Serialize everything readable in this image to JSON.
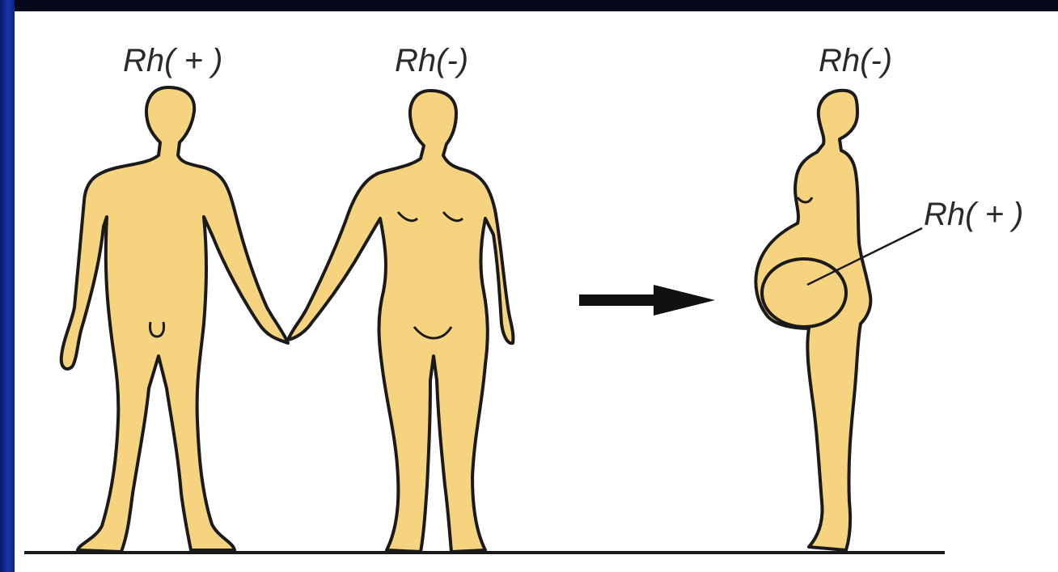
{
  "labels": {
    "father": "Rh( + )",
    "mother": "Rh(-)",
    "pregnant_mother": "Rh(-)",
    "fetus": "Rh( + )"
  },
  "colors": {
    "skin": "#f6d37f",
    "outline": "#1a1a1a",
    "background": "#ffffff",
    "frame": "#0b1a5c"
  },
  "icons": {
    "arrow": "arrow-right-icon"
  }
}
